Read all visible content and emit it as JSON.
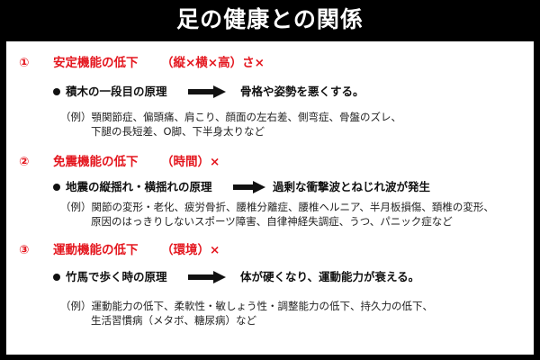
{
  "title": "足の健康との関係",
  "sections": [
    {
      "num": "①",
      "label": "安定機能の低下",
      "sub": "（縦×横×高）さ×",
      "principle": "積木の一段目の原理",
      "result": "骨格や姿勢を悪くする。",
      "example_line1": "（例）顎関節症、偏頭痛、肩こり、顔面の左右差、側弯症、骨盤のズレ、",
      "example_line2": "下腿の長短差、O脚、下半身太りなど"
    },
    {
      "num": "②",
      "label": "免震機能の低下",
      "sub": "（時間）×",
      "principle": "地震の縦揺れ・横揺れの原理",
      "result": "過剰な衝撃波とねじれ波が発生",
      "example_line1": "（例）関節の変形・老化、疲労骨折、腰椎分離症、腰椎ヘルニア、半月板損傷、頚椎の変形、",
      "example_line2": "原因のはっきりしないスポーツ障害、自律神経失調症、うつ、パニック症など"
    },
    {
      "num": "③",
      "label": "運動機能の低下",
      "sub": "（環境）×",
      "principle": "竹馬で歩く時の原理",
      "result": "体が硬くなり、運動能力が衰える。",
      "example_line1": "（例）運動能力の低下、柔軟性・敏しょう性・調整能力の低下、持久力の低下、",
      "example_line2": "生活習慣病（メタボ、糖尿病）など"
    }
  ],
  "arrow_icon": "right-arrow-icon",
  "colors": {
    "accent": "#e4161e",
    "background": "#000000",
    "panel": "#ffffff"
  }
}
